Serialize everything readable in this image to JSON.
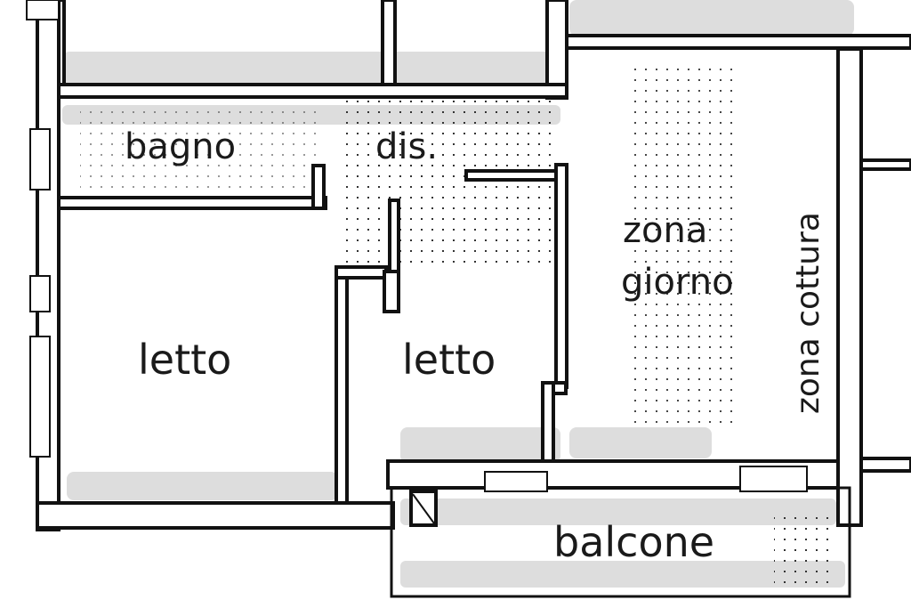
{
  "rooms": {
    "bagno": "bagno",
    "dis": "dis.",
    "letto_left": "letto",
    "letto_center": "letto",
    "zona_giorno_line1": "zona",
    "zona_giorno_line2": "giorno",
    "zona_cottura": "zona cottura",
    "balcone": "balcone"
  }
}
